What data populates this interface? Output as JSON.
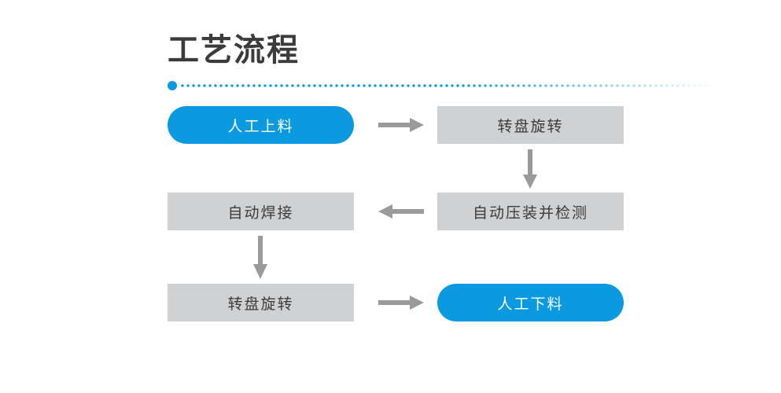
{
  "page": {
    "title": "工艺流程",
    "background_color": "#ffffff"
  },
  "theme": {
    "accent_blue": "#0b9ae0",
    "node_gray": "#d0d1d2",
    "arrow_gray": "#9a9a9a",
    "title_color": "#3b3b3b",
    "gray_text_color": "#3c3c3c",
    "blue_text_color": "#ffffff"
  },
  "divider": {
    "lead_dot_color": "#0b9ae0",
    "dot_color": "#0b9ae0"
  },
  "flow": {
    "nodes": [
      {
        "id": "n1",
        "label": "人工上料",
        "style": "blue",
        "row": 1,
        "col": 1
      },
      {
        "id": "n2",
        "label": "转盘旋转",
        "style": "gray",
        "row": 1,
        "col": 2
      },
      {
        "id": "n3",
        "label": "自动焊接",
        "style": "gray",
        "row": 2,
        "col": 1
      },
      {
        "id": "n4",
        "label": "自动压装并检测",
        "style": "gray",
        "row": 2,
        "col": 2
      },
      {
        "id": "n5",
        "label": "转盘旋转",
        "style": "gray",
        "row": 3,
        "col": 1
      },
      {
        "id": "n6",
        "label": "人工下料",
        "style": "blue",
        "row": 3,
        "col": 2
      }
    ],
    "connectors": [
      {
        "id": "c1",
        "from": "n1",
        "to": "n2",
        "direction": "right",
        "icon": "arrow-right-icon"
      },
      {
        "id": "c2",
        "from": "n2",
        "to": "n4",
        "direction": "down",
        "icon": "arrow-down-icon"
      },
      {
        "id": "c3",
        "from": "n4",
        "to": "n3",
        "direction": "left",
        "icon": "arrow-left-icon"
      },
      {
        "id": "c4",
        "from": "n3",
        "to": "n5",
        "direction": "down",
        "icon": "arrow-down-icon"
      },
      {
        "id": "c5",
        "from": "n5",
        "to": "n6",
        "direction": "right",
        "icon": "arrow-right-icon"
      }
    ]
  }
}
